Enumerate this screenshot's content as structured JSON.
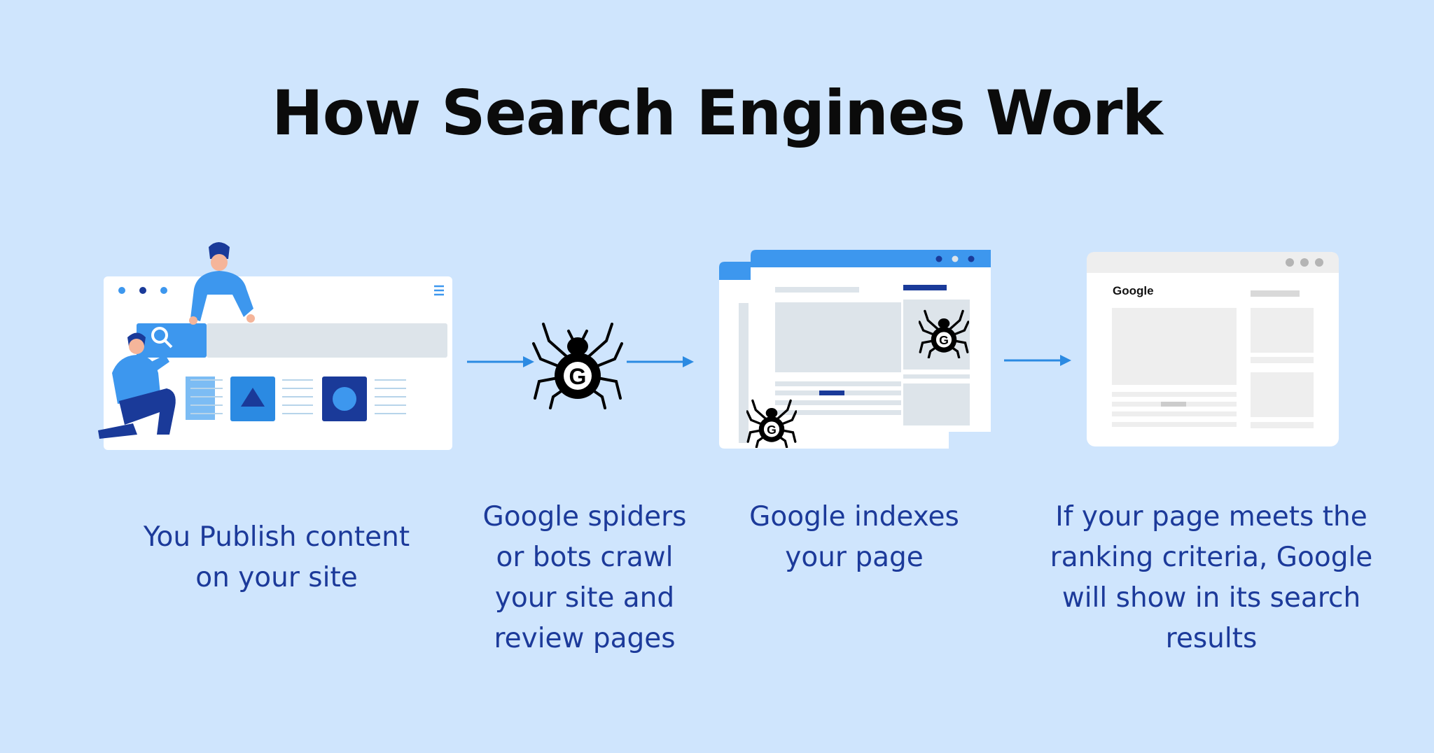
{
  "title": "How Search Engines Work",
  "steps": [
    {
      "caption_lines": [
        "You Publish content",
        "on your site"
      ]
    },
    {
      "caption_lines": [
        "Google spiders",
        "or bots crawl",
        "your site and",
        "review pages"
      ]
    },
    {
      "caption_lines": [
        "Google indexes",
        "your page"
      ]
    },
    {
      "caption_lines": [
        "If your page meets the",
        "ranking criteria, Google",
        "will show in its search",
        "results"
      ]
    }
  ],
  "serp_logo": "Google",
  "spider_letter": "G",
  "colors": {
    "background": "#cfe5fd",
    "caption": "#1c3a9a",
    "accent_blue": "#3d97ee",
    "dark_blue": "#1a3a99",
    "placeholder": "#dde4ea",
    "serp_gray": "#eeeeee"
  }
}
